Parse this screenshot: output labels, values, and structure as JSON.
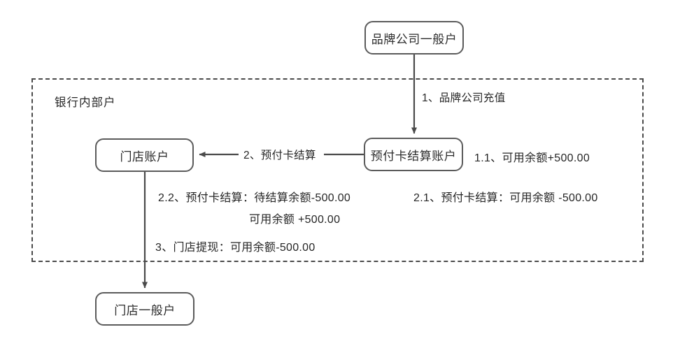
{
  "diagram": {
    "type": "flowchart",
    "title_group": "银行内部户",
    "nodes": [
      {
        "id": "brand-general",
        "label": "品牌公司一般户"
      },
      {
        "id": "store-account",
        "label": "门店账户"
      },
      {
        "id": "prepaid-settle",
        "label": "预付卡结算账户"
      },
      {
        "id": "store-general",
        "label": "门店一般户"
      }
    ],
    "edges": [
      {
        "id": "recharge",
        "label": "1、品牌公司充值"
      },
      {
        "id": "prepaid-settle",
        "label": "2、预付卡结算"
      },
      {
        "id": "store-withdraw",
        "label": ""
      }
    ],
    "annotations": [
      {
        "id": "avail-plus",
        "text": "1.1、可用余额+500.00"
      },
      {
        "id": "step21",
        "text": "2.1、预付卡结算：可用余额 -500.00"
      },
      {
        "id": "step22-line1",
        "text": "2.2、预付卡结算：待结算余额-500.00"
      },
      {
        "id": "step22-line2",
        "text": "可用余额 +500.00"
      },
      {
        "id": "step3",
        "text": "3、门店提现：可用余额-500.00"
      }
    ],
    "colors": {
      "node_border": "#5b5b5b",
      "group_border": "#4a4a4a",
      "line": "#4a4a4a",
      "text": "#262626",
      "background": "#ffffff"
    }
  }
}
